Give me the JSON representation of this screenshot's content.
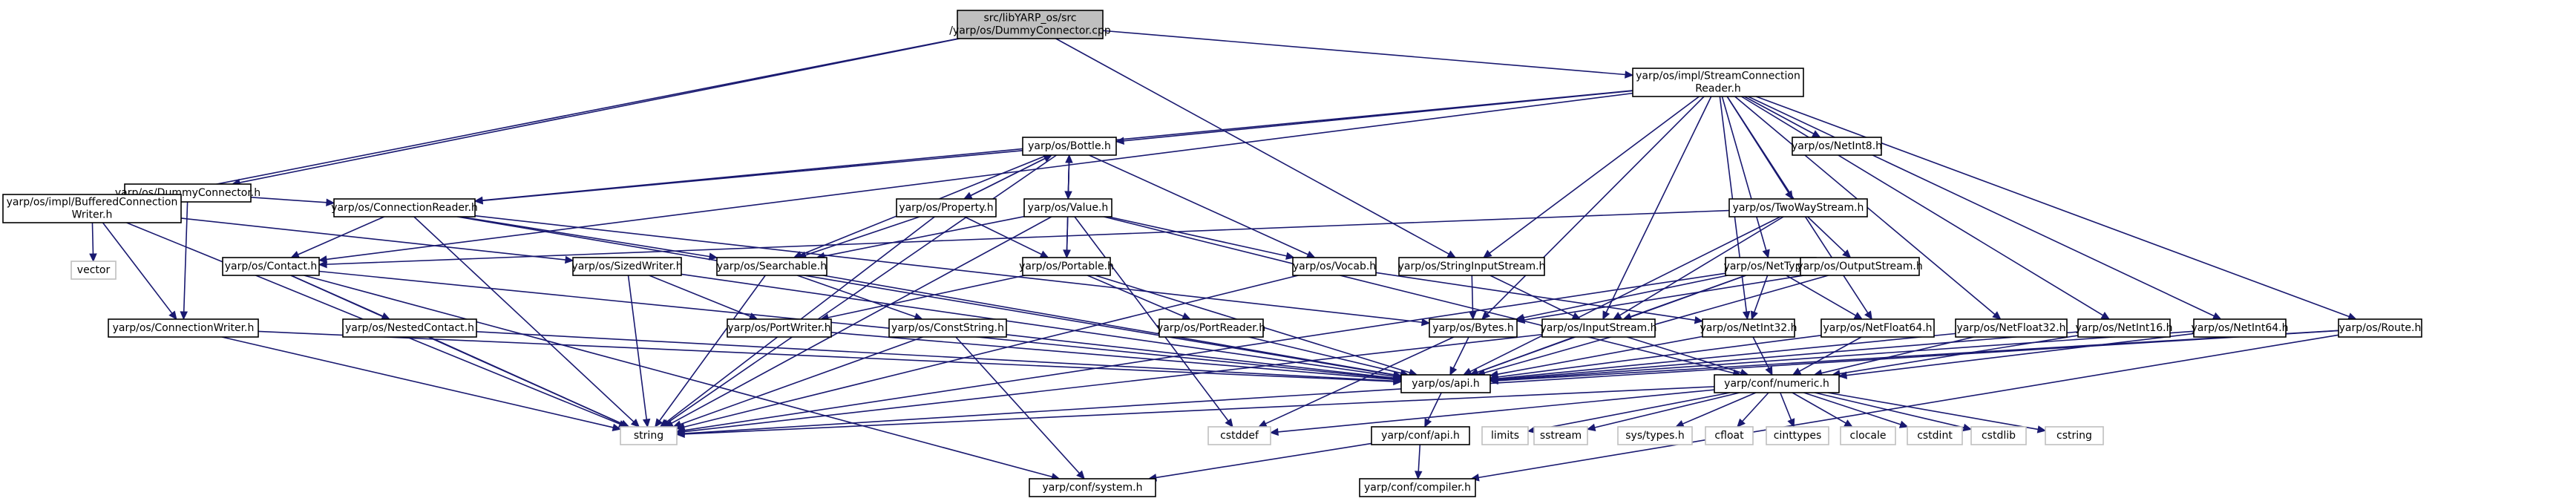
{
  "nodes": [
    {
      "id": "root",
      "lines": [
        "src/libYARP_os/src",
        "/yarp/os/DummyConnector.cpp"
      ],
      "kind": "root"
    },
    {
      "id": "scr",
      "lines": [
        "yarp/os/impl/StreamConnection",
        "Reader.h"
      ],
      "kind": "normal"
    },
    {
      "id": "dummy",
      "lines": [
        "yarp/os/DummyConnector.h"
      ],
      "kind": "normal"
    },
    {
      "id": "bottle",
      "lines": [
        "yarp/os/Bottle.h"
      ],
      "kind": "normal"
    },
    {
      "id": "netint8",
      "lines": [
        "yarp/os/NetInt8.h"
      ],
      "kind": "normal"
    },
    {
      "id": "buffered",
      "lines": [
        "yarp/os/impl/BufferedConnection",
        "Writer.h"
      ],
      "kind": "normal"
    },
    {
      "id": "connreader",
      "lines": [
        "yarp/os/ConnectionReader.h"
      ],
      "kind": "normal"
    },
    {
      "id": "property",
      "lines": [
        "yarp/os/Property.h"
      ],
      "kind": "normal"
    },
    {
      "id": "value",
      "lines": [
        "yarp/os/Value.h"
      ],
      "kind": "normal"
    },
    {
      "id": "twoway",
      "lines": [
        "yarp/os/TwoWayStream.h"
      ],
      "kind": "normal"
    },
    {
      "id": "vector",
      "lines": [
        "vector"
      ],
      "kind": "sys"
    },
    {
      "id": "contact",
      "lines": [
        "yarp/os/Contact.h"
      ],
      "kind": "normal"
    },
    {
      "id": "sizedwriter",
      "lines": [
        "yarp/os/SizedWriter.h"
      ],
      "kind": "normal"
    },
    {
      "id": "searchable",
      "lines": [
        "yarp/os/Searchable.h"
      ],
      "kind": "normal"
    },
    {
      "id": "portable",
      "lines": [
        "yarp/os/Portable.h"
      ],
      "kind": "normal"
    },
    {
      "id": "vocab",
      "lines": [
        "yarp/os/Vocab.h"
      ],
      "kind": "normal"
    },
    {
      "id": "stringinput",
      "lines": [
        "yarp/os/StringInputStream.h"
      ],
      "kind": "normal"
    },
    {
      "id": "nettype",
      "lines": [
        "yarp/os/NetType.h"
      ],
      "kind": "normal"
    },
    {
      "id": "outputstream",
      "lines": [
        "yarp/os/OutputStream.h"
      ],
      "kind": "normal"
    },
    {
      "id": "connwriter",
      "lines": [
        "yarp/os/ConnectionWriter.h"
      ],
      "kind": "normal"
    },
    {
      "id": "nestedcontact",
      "lines": [
        "yarp/os/NestedContact.h"
      ],
      "kind": "normal"
    },
    {
      "id": "portwriter",
      "lines": [
        "yarp/os/PortWriter.h"
      ],
      "kind": "normal"
    },
    {
      "id": "conststring",
      "lines": [
        "yarp/os/ConstString.h"
      ],
      "kind": "normal"
    },
    {
      "id": "portreader",
      "lines": [
        "yarp/os/PortReader.h"
      ],
      "kind": "normal"
    },
    {
      "id": "bytes",
      "lines": [
        "yarp/os/Bytes.h"
      ],
      "kind": "normal"
    },
    {
      "id": "inputstream",
      "lines": [
        "yarp/os/InputStream.h"
      ],
      "kind": "normal"
    },
    {
      "id": "netint32",
      "lines": [
        "yarp/os/NetInt32.h"
      ],
      "kind": "normal"
    },
    {
      "id": "netfloat64",
      "lines": [
        "yarp/os/NetFloat64.h"
      ],
      "kind": "normal"
    },
    {
      "id": "netfloat32",
      "lines": [
        "yarp/os/NetFloat32.h"
      ],
      "kind": "normal"
    },
    {
      "id": "netint16",
      "lines": [
        "yarp/os/NetInt16.h"
      ],
      "kind": "normal"
    },
    {
      "id": "netint64",
      "lines": [
        "yarp/os/NetInt64.h"
      ],
      "kind": "normal"
    },
    {
      "id": "route",
      "lines": [
        "yarp/os/Route.h"
      ],
      "kind": "normal"
    },
    {
      "id": "api",
      "lines": [
        "yarp/os/api.h"
      ],
      "kind": "normal"
    },
    {
      "id": "numeric",
      "lines": [
        "yarp/conf/numeric.h"
      ],
      "kind": "normal"
    },
    {
      "id": "string",
      "lines": [
        "string"
      ],
      "kind": "sys"
    },
    {
      "id": "cstddef",
      "lines": [
        "cstddef"
      ],
      "kind": "sys"
    },
    {
      "id": "confapi",
      "lines": [
        "yarp/conf/api.h"
      ],
      "kind": "normal"
    },
    {
      "id": "limits",
      "lines": [
        "limits"
      ],
      "kind": "sys"
    },
    {
      "id": "sstream",
      "lines": [
        "sstream"
      ],
      "kind": "sys"
    },
    {
      "id": "systypes",
      "lines": [
        "sys/types.h"
      ],
      "kind": "sys"
    },
    {
      "id": "cfloat",
      "lines": [
        "cfloat"
      ],
      "kind": "sys"
    },
    {
      "id": "cinttypes",
      "lines": [
        "cinttypes"
      ],
      "kind": "sys"
    },
    {
      "id": "clocale",
      "lines": [
        "clocale"
      ],
      "kind": "sys"
    },
    {
      "id": "cstdint",
      "lines": [
        "cstdint"
      ],
      "kind": "sys"
    },
    {
      "id": "cstdlib",
      "lines": [
        "cstdlib"
      ],
      "kind": "sys"
    },
    {
      "id": "cstring",
      "lines": [
        "cstring"
      ],
      "kind": "sys"
    },
    {
      "id": "confsystem",
      "lines": [
        "yarp/conf/system.h"
      ],
      "kind": "normal"
    },
    {
      "id": "confcompiler",
      "lines": [
        "yarp/conf/compiler.h"
      ],
      "kind": "normal"
    }
  ],
  "edges": [
    [
      "root",
      "scr"
    ],
    [
      "root",
      "dummy"
    ],
    [
      "root",
      "buffered"
    ],
    [
      "root",
      "stringinput"
    ],
    [
      "scr",
      "bottle"
    ],
    [
      "scr",
      "netint8"
    ],
    [
      "scr",
      "twoway"
    ],
    [
      "scr",
      "contact"
    ],
    [
      "scr",
      "connreader"
    ],
    [
      "scr",
      "stringinput"
    ],
    [
      "scr",
      "nettype"
    ],
    [
      "scr",
      "inputstream"
    ],
    [
      "scr",
      "bytes"
    ],
    [
      "scr",
      "netint32"
    ],
    [
      "scr",
      "netfloat64"
    ],
    [
      "scr",
      "netfloat32"
    ],
    [
      "scr",
      "netint16"
    ],
    [
      "scr",
      "netint64"
    ],
    [
      "scr",
      "route"
    ],
    [
      "dummy",
      "connreader"
    ],
    [
      "dummy",
      "connwriter"
    ],
    [
      "buffered",
      "connwriter"
    ],
    [
      "buffered",
      "sizedwriter"
    ],
    [
      "buffered",
      "vector"
    ],
    [
      "buffered",
      "string"
    ],
    [
      "bottle",
      "property"
    ],
    [
      "bottle",
      "value"
    ],
    [
      "bottle",
      "connreader"
    ],
    [
      "bottle",
      "searchable"
    ],
    [
      "bottle",
      "portable"
    ],
    [
      "bottle",
      "vocab"
    ],
    [
      "bottle",
      "string"
    ],
    [
      "property",
      "bottle"
    ],
    [
      "property",
      "searchable"
    ],
    [
      "property",
      "portable"
    ],
    [
      "property",
      "string"
    ],
    [
      "value",
      "bottle"
    ],
    [
      "value",
      "searchable"
    ],
    [
      "value",
      "portable"
    ],
    [
      "value",
      "vocab"
    ],
    [
      "value",
      "cstddef"
    ],
    [
      "value",
      "string"
    ],
    [
      "value",
      "numeric"
    ],
    [
      "connreader",
      "contact"
    ],
    [
      "connreader",
      "searchable"
    ],
    [
      "connreader",
      "bytes"
    ],
    [
      "connreader",
      "string"
    ],
    [
      "connreader",
      "api"
    ],
    [
      "contact",
      "nestedcontact"
    ],
    [
      "contact",
      "string"
    ],
    [
      "contact",
      "api"
    ],
    [
      "contact",
      "confsystem"
    ],
    [
      "sizedwriter",
      "portwriter"
    ],
    [
      "sizedwriter",
      "string"
    ],
    [
      "sizedwriter",
      "api"
    ],
    [
      "searchable",
      "conststring"
    ],
    [
      "searchable",
      "string"
    ],
    [
      "searchable",
      "api"
    ],
    [
      "portable",
      "portwriter"
    ],
    [
      "portable",
      "portreader"
    ],
    [
      "portable",
      "api"
    ],
    [
      "vocab",
      "netint32"
    ],
    [
      "vocab",
      "string"
    ],
    [
      "twoway",
      "contact"
    ],
    [
      "twoway",
      "inputstream"
    ],
    [
      "twoway",
      "outputstream"
    ],
    [
      "twoway",
      "api"
    ],
    [
      "stringinput",
      "inputstream"
    ],
    [
      "stringinput",
      "bytes"
    ],
    [
      "nettype",
      "bytes"
    ],
    [
      "nettype",
      "inputstream"
    ],
    [
      "nettype",
      "netint32"
    ],
    [
      "nettype",
      "netfloat64"
    ],
    [
      "nettype",
      "string"
    ],
    [
      "nettype",
      "api"
    ],
    [
      "outputstream",
      "api"
    ],
    [
      "outputstream",
      "bytes"
    ],
    [
      "connwriter",
      "string"
    ],
    [
      "connwriter",
      "api"
    ],
    [
      "nestedcontact",
      "string"
    ],
    [
      "nestedcontact",
      "api"
    ],
    [
      "portwriter",
      "api"
    ],
    [
      "conststring",
      "string"
    ],
    [
      "conststring",
      "api"
    ],
    [
      "conststring",
      "confsystem"
    ],
    [
      "portreader",
      "api"
    ],
    [
      "bytes",
      "api"
    ],
    [
      "bytes",
      "cstddef"
    ],
    [
      "inputstream",
      "api"
    ],
    [
      "inputstream",
      "numeric"
    ],
    [
      "inputstream",
      "string"
    ],
    [
      "netint32",
      "api"
    ],
    [
      "netint32",
      "numeric"
    ],
    [
      "netfloat64",
      "api"
    ],
    [
      "netfloat64",
      "numeric"
    ],
    [
      "netfloat32",
      "api"
    ],
    [
      "netfloat32",
      "numeric"
    ],
    [
      "netint16",
      "api"
    ],
    [
      "netint16",
      "numeric"
    ],
    [
      "netint64",
      "api"
    ],
    [
      "netint64",
      "numeric"
    ],
    [
      "route",
      "api"
    ],
    [
      "route",
      "string"
    ],
    [
      "route",
      "confcompiler"
    ],
    [
      "api",
      "confapi"
    ],
    [
      "numeric",
      "limits"
    ],
    [
      "numeric",
      "sstream"
    ],
    [
      "numeric",
      "systypes"
    ],
    [
      "numeric",
      "cfloat"
    ],
    [
      "numeric",
      "cinttypes"
    ],
    [
      "numeric",
      "clocale"
    ],
    [
      "numeric",
      "cstdint"
    ],
    [
      "numeric",
      "cstdlib"
    ],
    [
      "numeric",
      "cstring"
    ],
    [
      "numeric",
      "cstddef"
    ],
    [
      "numeric",
      "string"
    ],
    [
      "confapi",
      "confsystem"
    ],
    [
      "confapi",
      "confcompiler"
    ]
  ]
}
